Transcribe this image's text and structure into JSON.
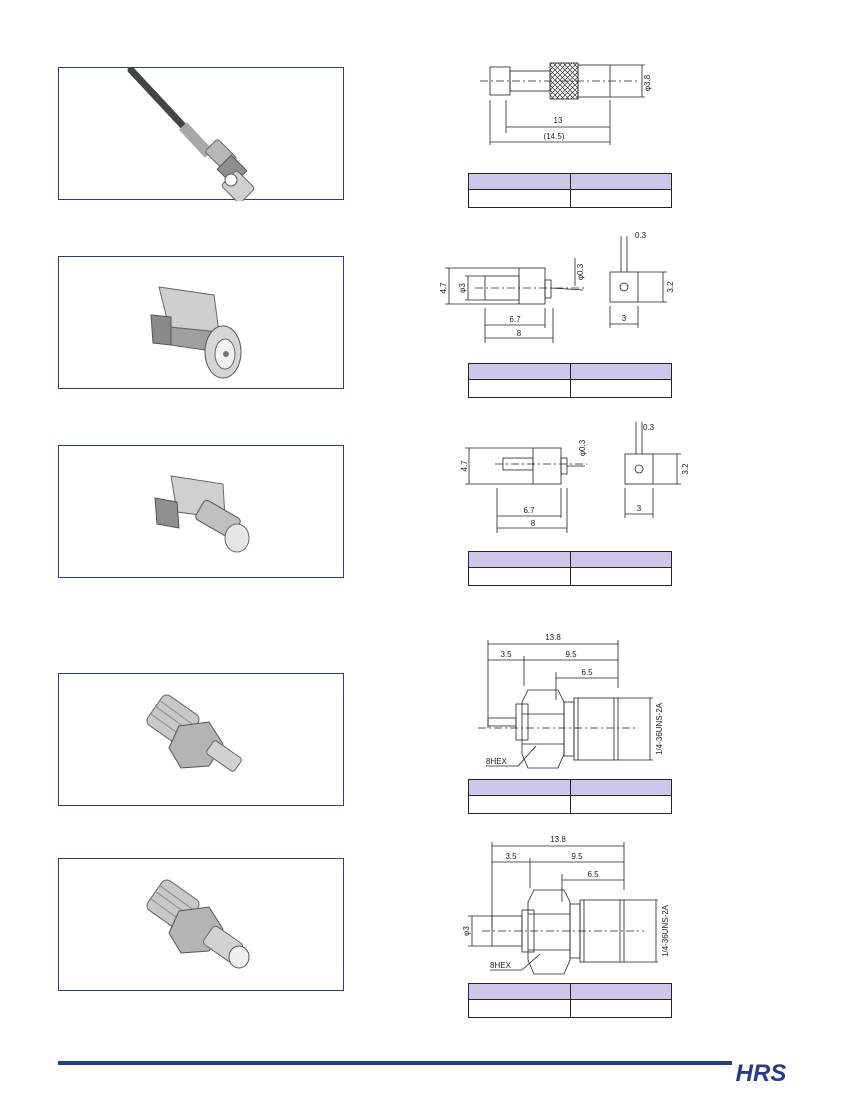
{
  "brand": {
    "logo_text": "HRS",
    "color": "#2b3b8c",
    "table_header_color": "#cfc6ea"
  },
  "products": [
    {
      "photo": "cable-plug",
      "dims": [
        "13",
        "(14.5)",
        "φ3.8"
      ],
      "table": {
        "header": [
          "",
          ""
        ],
        "row": [
          "",
          ""
        ]
      }
    },
    {
      "photo": "right-angle-receptacle-jack",
      "dims": [
        "4.7",
        "φ3",
        "φ0.3",
        "6.7",
        "8",
        "0.3",
        "3.2",
        "3"
      ],
      "table": {
        "header": [
          "",
          ""
        ],
        "row": [
          "",
          ""
        ]
      }
    },
    {
      "photo": "right-angle-receptacle-plug",
      "dims": [
        "4.7",
        "φ0.3",
        "6.7",
        "8",
        "0.3",
        "3.2",
        "3"
      ],
      "table": {
        "header": [
          "",
          ""
        ],
        "row": [
          "",
          ""
        ]
      }
    },
    {
      "photo": "sma-adapter-plug",
      "dims": [
        "13.8",
        "3.5",
        "9.5",
        "6.5",
        "1/4-36UNS-2A",
        "8HEX"
      ],
      "table": {
        "header": [
          "",
          ""
        ],
        "row": [
          "",
          ""
        ]
      }
    },
    {
      "photo": "sma-adapter-jack",
      "dims": [
        "13.8",
        "3.5",
        "9.5",
        "6.5",
        "1/4-36UNS-2A",
        "8HEX",
        "φ3"
      ],
      "table": {
        "header": [
          "",
          ""
        ],
        "row": [
          "",
          ""
        ]
      }
    }
  ]
}
